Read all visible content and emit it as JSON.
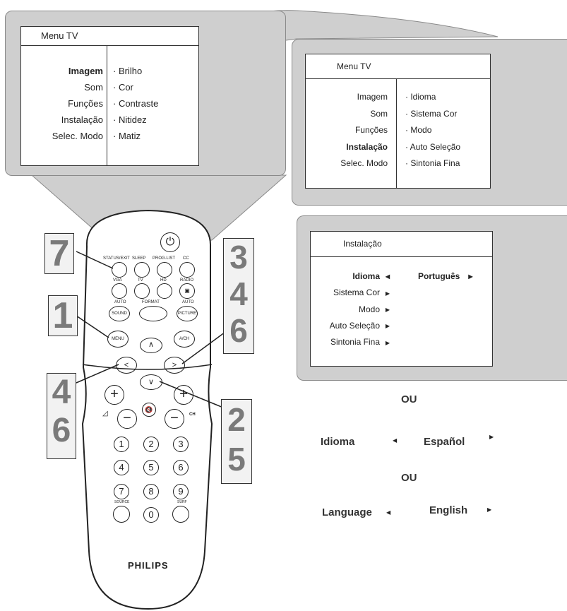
{
  "menu1": {
    "title": "Menu TV",
    "left": [
      "Imagem",
      "Som",
      "Funções",
      "Instalação",
      "Selec. Modo"
    ],
    "right": [
      "· Brilho",
      "· Cor",
      "· Contraste",
      "· Nitidez",
      "· Matiz"
    ]
  },
  "menu2": {
    "title": "Menu TV",
    "left": [
      "Imagem",
      "Som",
      "Funções",
      "Instalação",
      "Selec. Modo"
    ],
    "right": [
      "Idioma",
      "Sistema Cor",
      "Modo",
      "Auto Seleção",
      "Sintonia Fina"
    ]
  },
  "menu3": {
    "title": "Instalação",
    "items": [
      "Idioma",
      "Sistema Cor",
      "Modo",
      "Auto Seleção",
      "Sintonia Fina"
    ],
    "value": "Português"
  },
  "alternatives": {
    "or1": "OU",
    "opt1_label": "Idioma",
    "opt1_value": "Español",
    "or2": "OU",
    "opt2_label": "Language",
    "opt2_value": "English"
  },
  "remote": {
    "brand": "PHILIPS",
    "labels": {
      "status_exit": "STATUS/EXIT",
      "sleep": "SLEEP",
      "proglist": "PROG.LIST",
      "cc": "CC",
      "vga": "VGA",
      "tv": "TV",
      "hd": "HD",
      "radio": "RADIO",
      "auto1": "AUTO",
      "format": "FORMAT",
      "auto2": "AUTO",
      "sound": "SOUND",
      "picture": "PICTURE",
      "menu": "MENU",
      "ach": "A/CH",
      "ch": "CH",
      "source": "SOURCE",
      "surf": "SURF"
    },
    "digits": [
      "1",
      "2",
      "3",
      "4",
      "5",
      "6",
      "7",
      "8",
      "9",
      "0"
    ]
  },
  "callouts": [
    "7",
    "1",
    "4",
    "6",
    "3",
    "4",
    "6",
    "2",
    "5"
  ]
}
